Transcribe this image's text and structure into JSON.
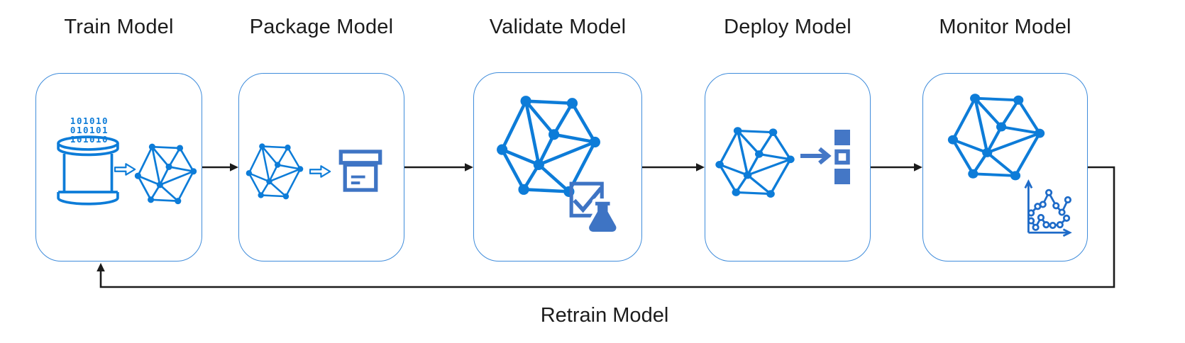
{
  "diagram": {
    "stages": [
      {
        "id": "train",
        "label": "Train Model",
        "icons": [
          "database-icon",
          "binary-data-text",
          "hollow-arrow-icon",
          "network-icon"
        ],
        "binary": [
          "101010",
          "010101",
          "101010"
        ]
      },
      {
        "id": "package",
        "label": "Package Model",
        "icons": [
          "network-icon",
          "hollow-arrow-icon",
          "package-box-icon"
        ]
      },
      {
        "id": "validate",
        "label": "Validate Model",
        "icons": [
          "network-icon",
          "checkmark-box-icon",
          "flask-icon"
        ]
      },
      {
        "id": "deploy",
        "label": "Deploy Model",
        "icons": [
          "network-icon",
          "right-arrow-icon",
          "deployment-squares-icon"
        ]
      },
      {
        "id": "monitor",
        "label": "Monitor Model",
        "icons": [
          "network-icon",
          "line-chart-icon"
        ]
      }
    ],
    "feedback": {
      "label": "Retrain Model"
    }
  },
  "colors": {
    "primary_blue": "#0d7cd8",
    "secondary_blue": "#3e74c4",
    "chart_blue": "#1e6bc8",
    "box_border_blue": "#3f8cdb",
    "connector_black": "#1b1b1b",
    "title_text": "#1c1c1c",
    "background": "#ffffff"
  }
}
